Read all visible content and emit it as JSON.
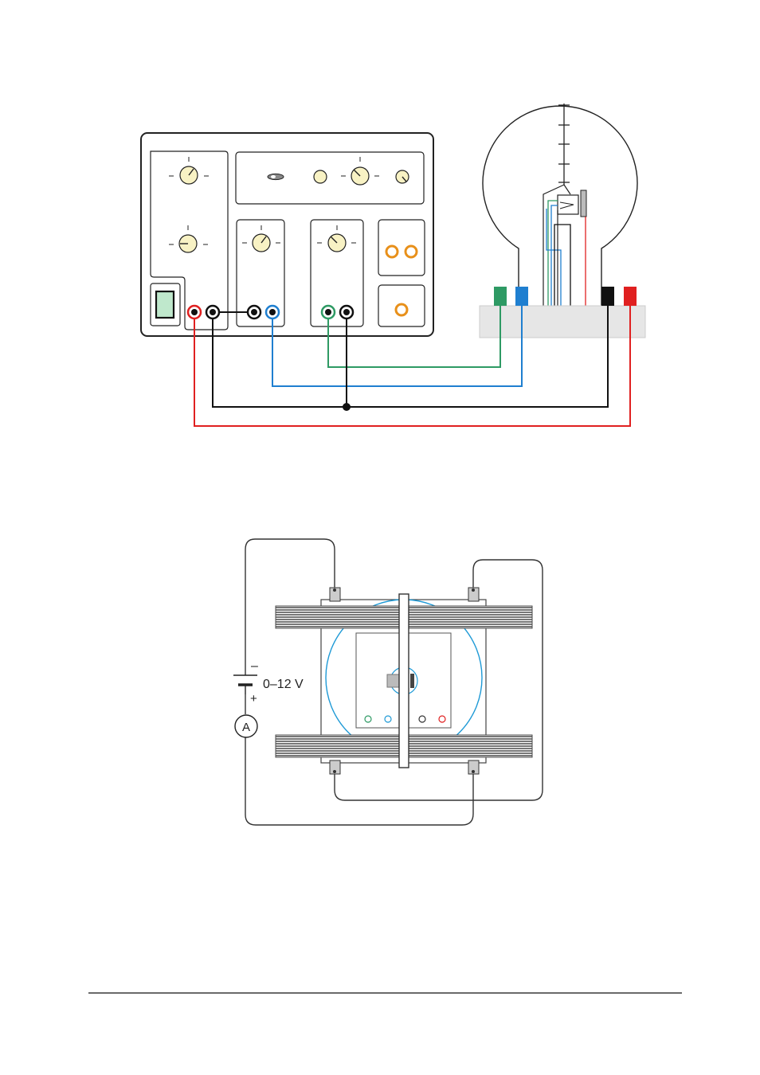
{
  "figure_top": {
    "wire_colors": {
      "red": "#e02020",
      "black": "#111111",
      "blue": "#1f7fd0",
      "green": "#2e9a64",
      "orange": "#e8901a",
      "knob": "#f8f2c4",
      "display": "#bfe8cc",
      "base": "#e6e6e6"
    },
    "terminals": {
      "supply": [
        "red",
        "black",
        "black",
        "blue",
        "green",
        "black"
      ],
      "tube_base": [
        "green",
        "blue",
        "black",
        "red"
      ]
    }
  },
  "figure_bottom": {
    "source_label": "0–12 V",
    "minus_label": "–",
    "plus_label": "+",
    "ammeter_label": "A",
    "coil_color": "#4a4a4a",
    "bulb_color": "#1f9ad6"
  }
}
